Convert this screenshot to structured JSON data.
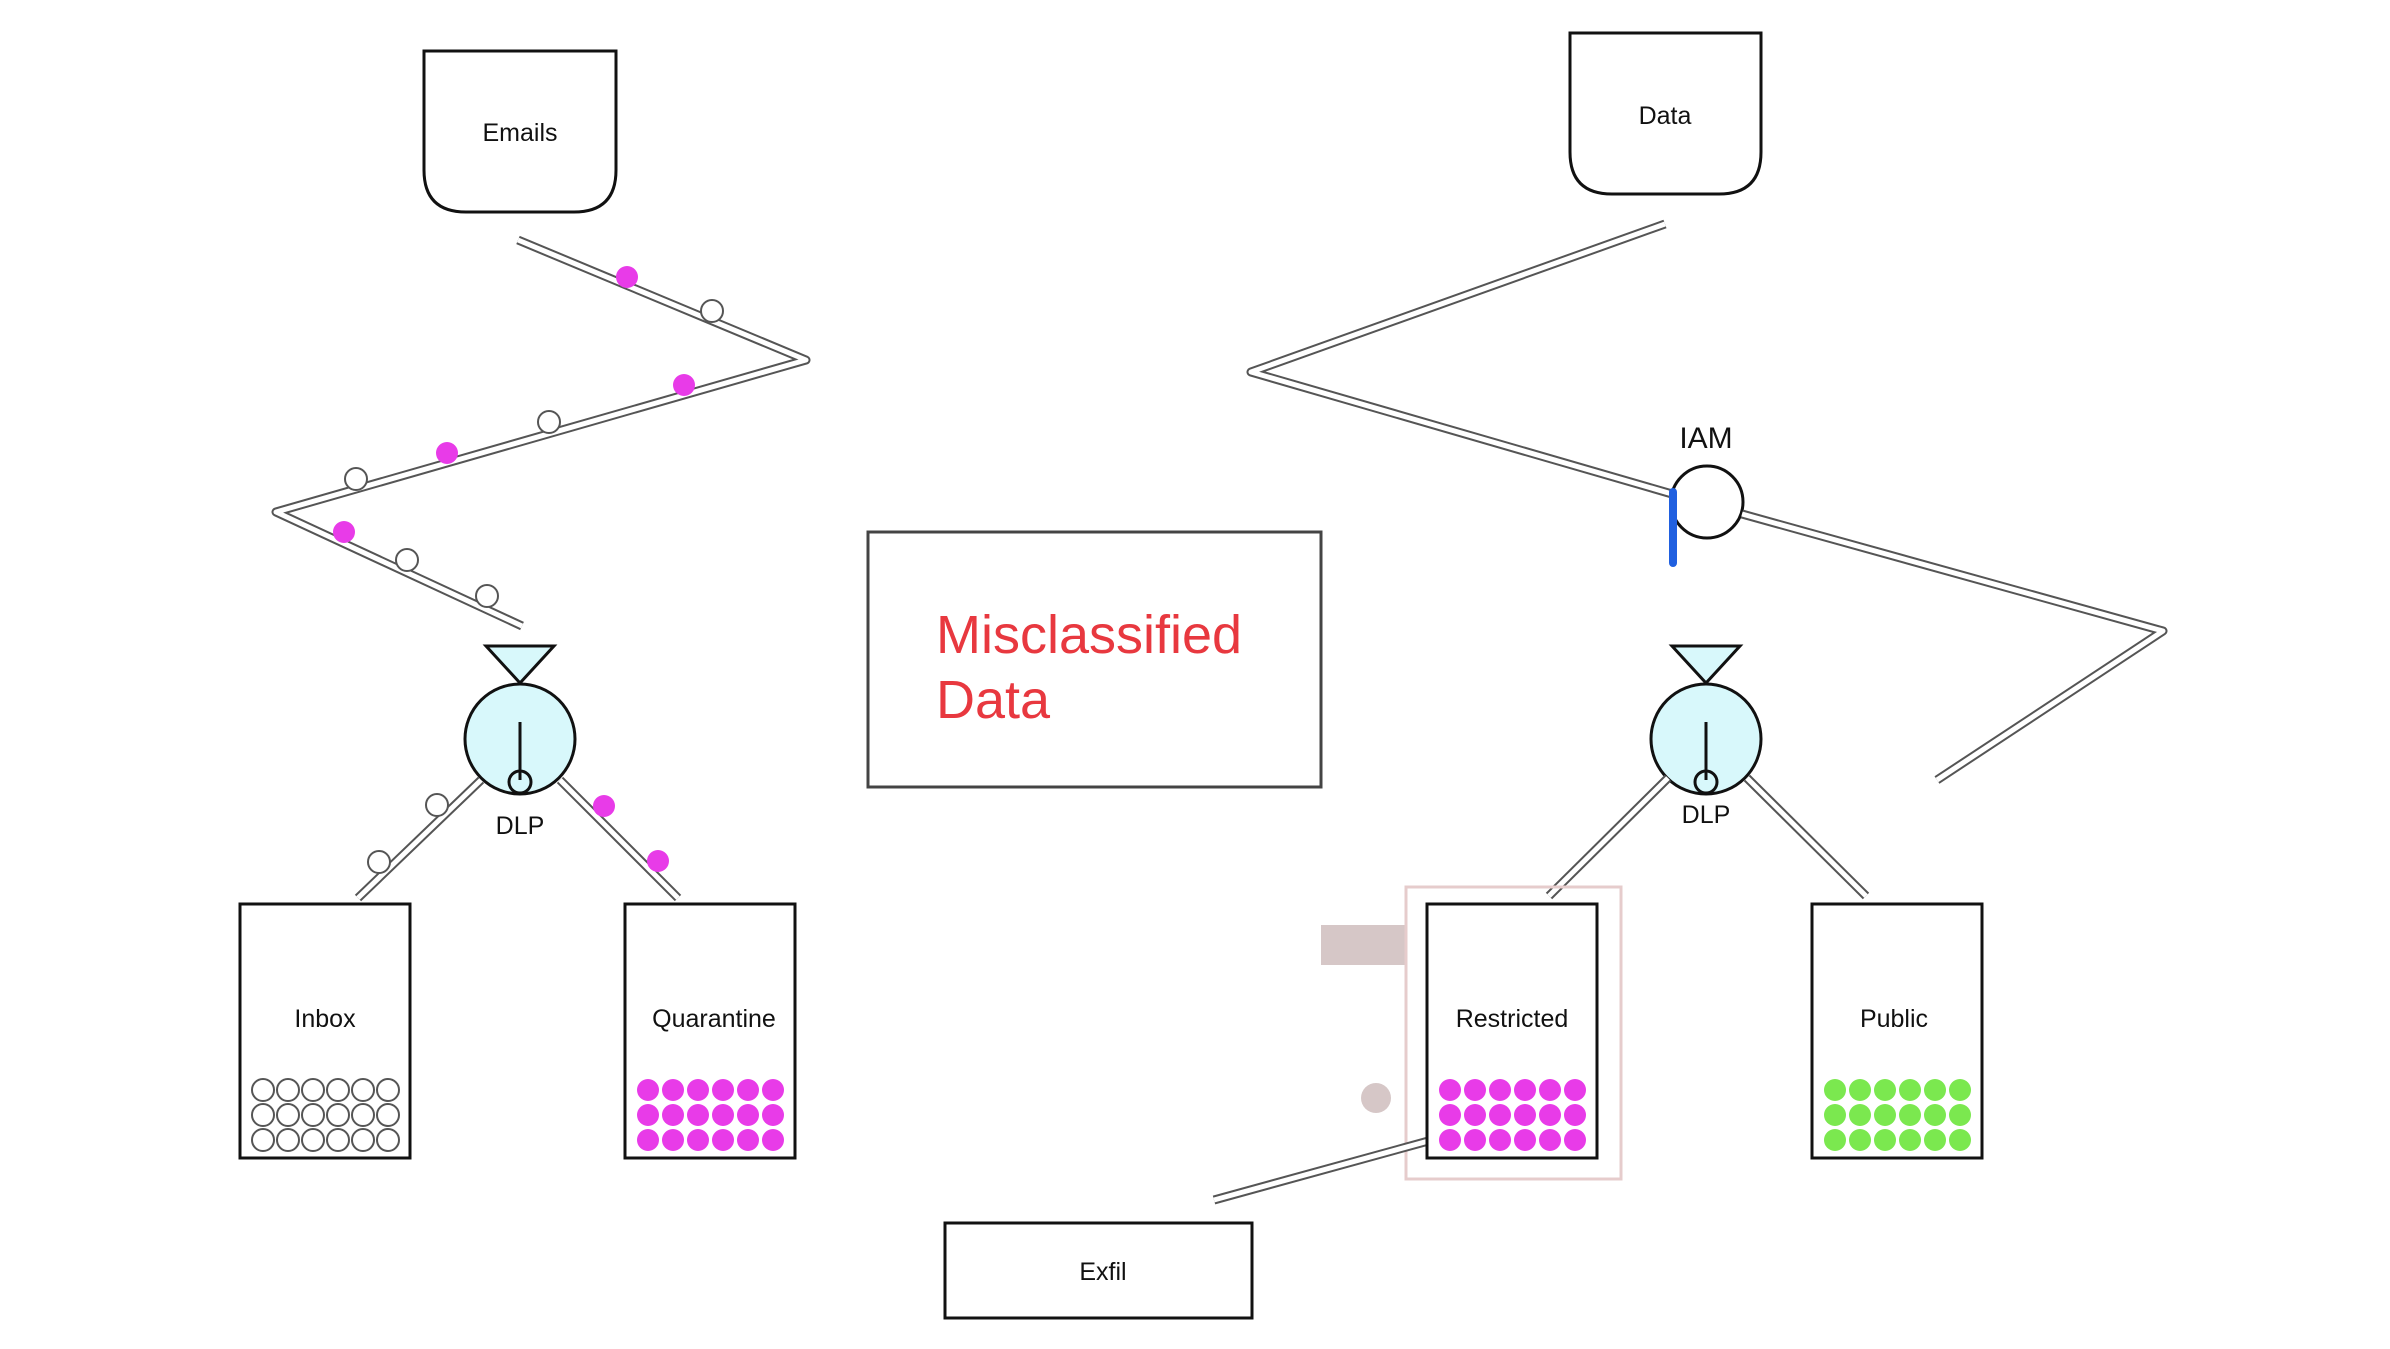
{
  "colors": {
    "stroke": "#111111",
    "ramp": "#555555",
    "filter": "#d8f8fb",
    "sensitive_ball": "#e83be8",
    "normal_ball": "#ffffff",
    "public_ball": "#7be84f",
    "alert_text": "#e8383f",
    "iam_gate": "#2060e0",
    "leak_marker": "#d6c7c7",
    "highlight_border": "#e6cccc"
  },
  "left": {
    "source_label": "Emails",
    "filter_label": "DLP",
    "bins": [
      {
        "label": "Inbox",
        "balls": "normal"
      },
      {
        "label": "Quarantine",
        "balls": "sensitive"
      }
    ]
  },
  "right": {
    "source_label": "Data",
    "gate_label": "IAM",
    "filter_label": "DLP",
    "bins": [
      {
        "label": "Restricted",
        "balls": "sensitive",
        "highlighted": true
      },
      {
        "label": "Public",
        "balls": "public"
      }
    ],
    "exit_label": "Exfil"
  },
  "callout": {
    "line1": "Misclassified",
    "line2": "Data"
  }
}
